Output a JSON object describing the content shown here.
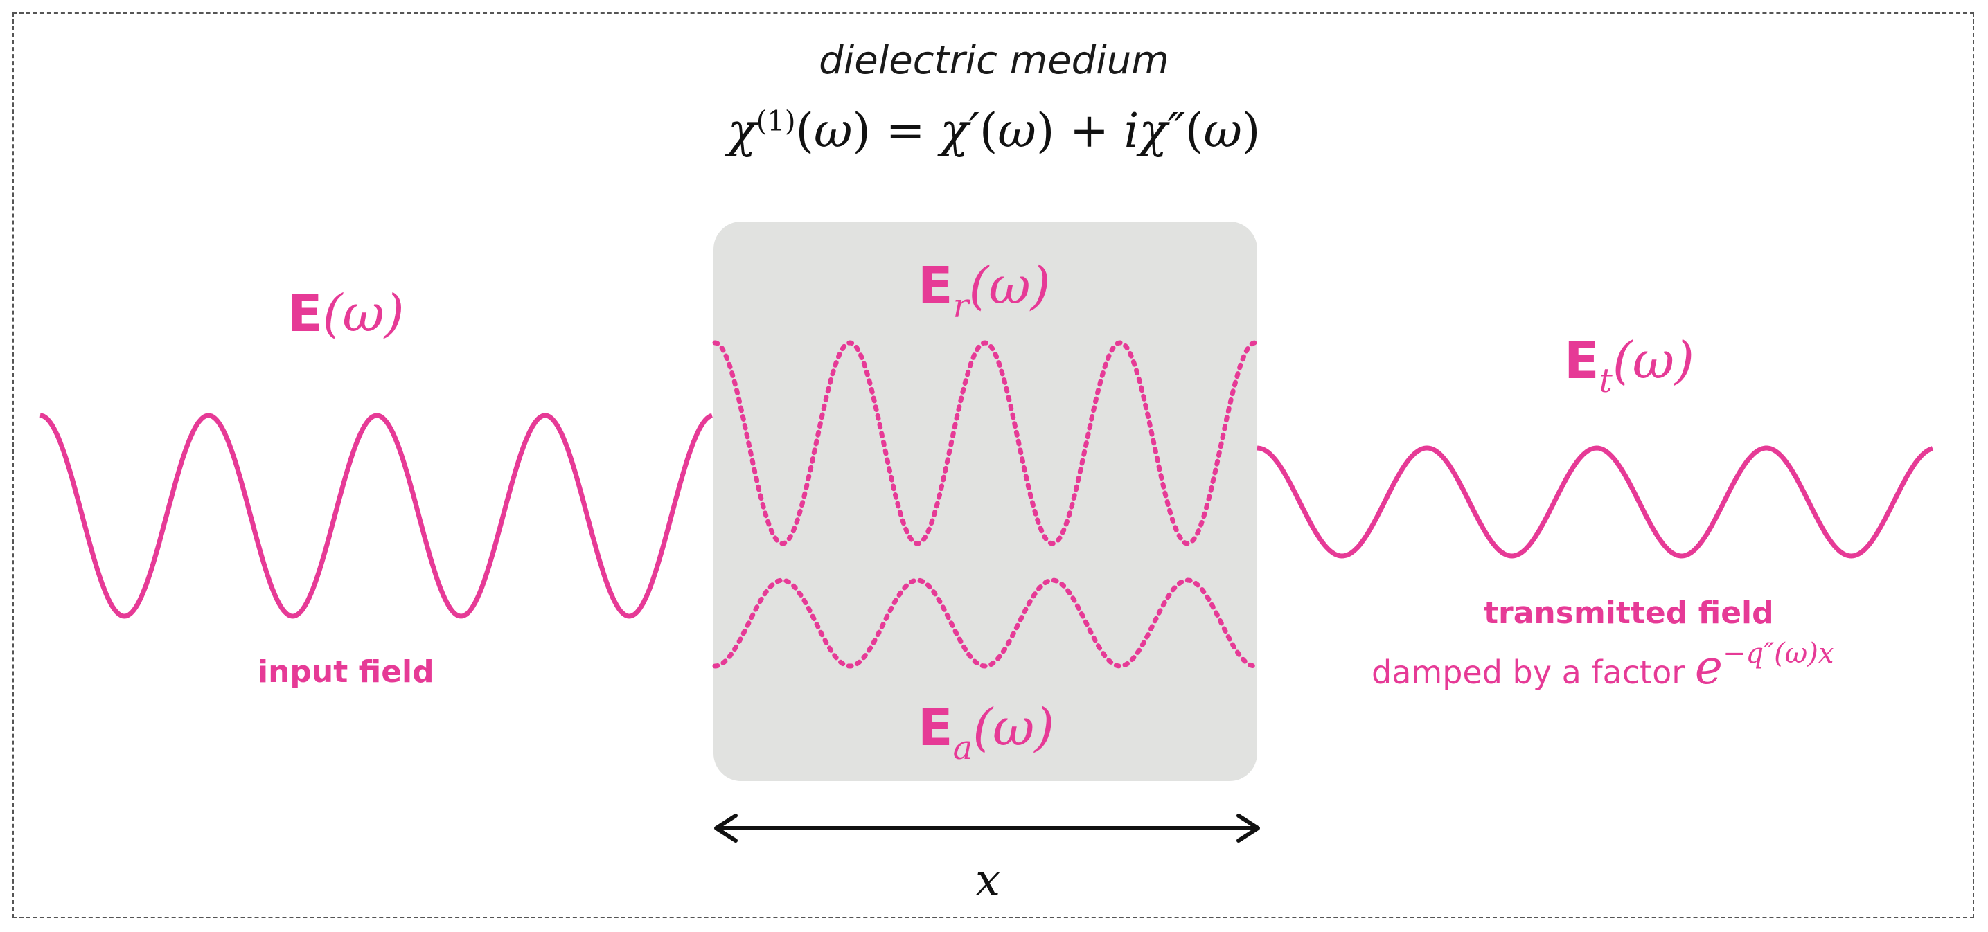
{
  "header": {
    "title": "dielectric medium",
    "equation": "χ(1)(ω) = χ′(ω) + iχ″(ω)"
  },
  "fields": {
    "input": {
      "symbol": "E",
      "arg": "(ω)",
      "label": "input field"
    },
    "reflected": {
      "symbol": "E",
      "subscript": "r",
      "arg": "(ω)"
    },
    "absorbed": {
      "symbol": "E",
      "subscript": "a",
      "arg": "(ω)"
    },
    "transmitted": {
      "symbol": "E",
      "subscript": "t",
      "arg": "(ω)",
      "label": "transmitted field",
      "damping_text": "damped by a factor",
      "damping_base": "e",
      "damping_exponent": "−q″(ω)x"
    }
  },
  "dimension": {
    "label": "x"
  },
  "colors": {
    "field": "#e63a96",
    "medium": "#e1e2e0",
    "text": "#111111"
  }
}
